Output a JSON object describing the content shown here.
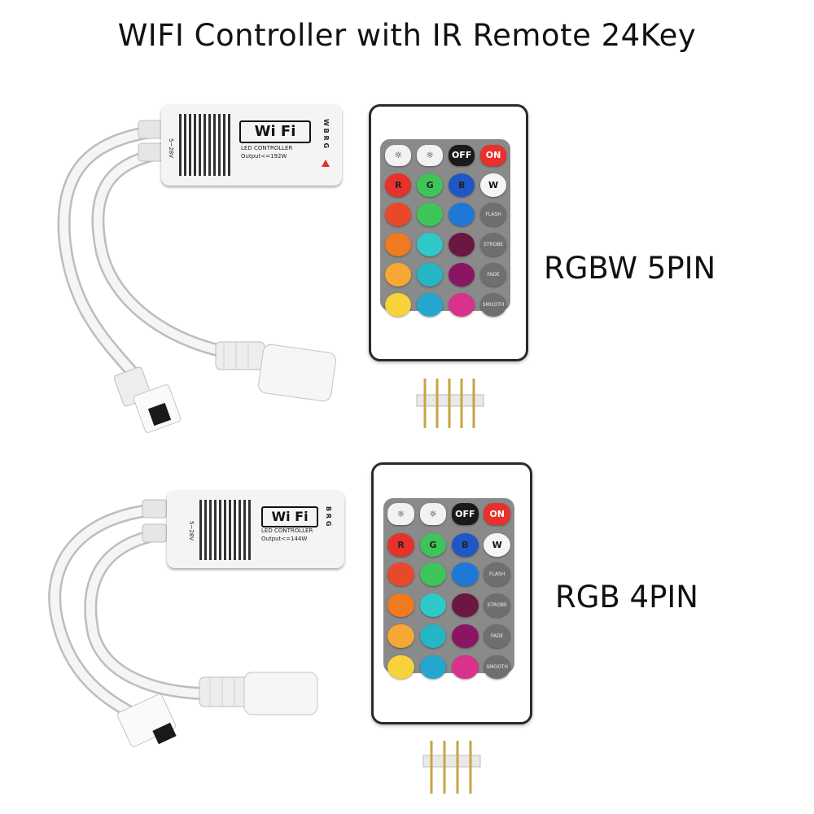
{
  "title": "WIFI Controller with IR Remote 24Key",
  "products": [
    {
      "label": "RGBW 5PIN",
      "controller": {
        "logo": "Wi Fi",
        "model": "LED CONTROLLER",
        "output": "Output<=192W",
        "voltage": "5~28V",
        "pins": "W B R G"
      },
      "remote": {
        "keys_top": [
          "brightness-up",
          "brightness-down",
          "OFF",
          "ON"
        ],
        "keys_rgb": [
          "R",
          "G",
          "B",
          "W"
        ],
        "keys_side": [
          "FLASH",
          "STROBE",
          "FADE",
          "SMOOTH"
        ],
        "swatches": [
          [
            "#e8492b",
            "#3ec55a",
            "#1f78d6"
          ],
          [
            "#ef7a1f",
            "#2fc8c8",
            "#6a1741"
          ],
          [
            "#f6a734",
            "#24b6c5",
            "#8a1663"
          ],
          [
            "#f7d23a",
            "#25a6cf",
            "#d8328c"
          ]
        ]
      }
    },
    {
      "label": "RGB 4PIN",
      "controller": {
        "logo": "Wi Fi",
        "model": "LED CONTROLLER",
        "output": "Output<=144W",
        "voltage": "5~28V",
        "pins": "B R G"
      },
      "remote": {
        "keys_top": [
          "brightness-up",
          "brightness-down",
          "OFF",
          "ON"
        ],
        "keys_rgb": [
          "R",
          "G",
          "B",
          "W"
        ],
        "keys_side": [
          "FLASH",
          "STROBE",
          "FADE",
          "SMOOTH"
        ],
        "swatches": [
          [
            "#e8492b",
            "#3ec55a",
            "#1f78d6"
          ],
          [
            "#ef7a1f",
            "#2fc8c8",
            "#6a1741"
          ],
          [
            "#f6a734",
            "#24b6c5",
            "#8a1663"
          ],
          [
            "#f7d23a",
            "#25a6cf",
            "#d8328c"
          ]
        ]
      }
    }
  ],
  "colors": {
    "remote_frame": "#2a2a2a",
    "pad": "#8a8a8a",
    "cable": "#f2f2f2"
  }
}
